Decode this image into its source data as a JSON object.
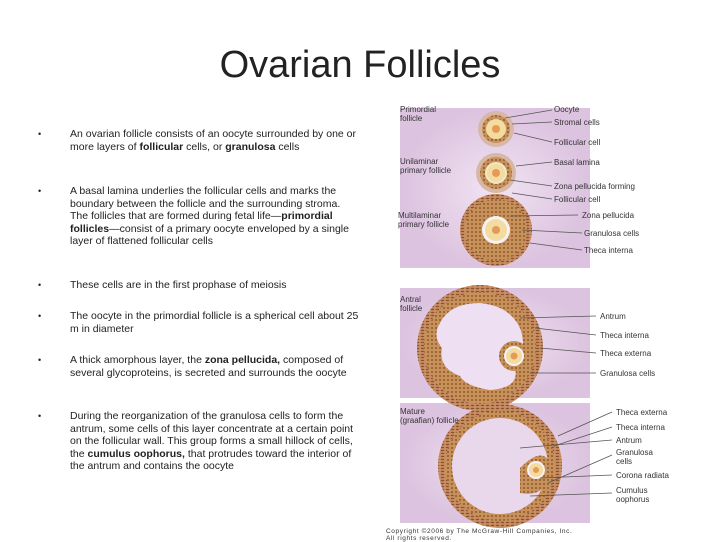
{
  "slide": {
    "title": "Ovarian Follicles",
    "bullets": [
      {
        "pre": "An ovarian follicle consists of an oocyte surrounded by one or more layers of ",
        "b1": "follicular",
        "mid": " cells, or ",
        "b2": "granulosa",
        "post": " cells"
      },
      {
        "pre": "A basal lamina underlies the follicular cells and marks the boundary between the follicle and the surrounding stroma. The follicles that are formed during fetal life—",
        "b1": "primordial follicles",
        "mid": "—consist of a primary oocyte enveloped by a single layer of flattened follicular cells",
        "b2": "",
        "post": ""
      },
      {
        "pre": "These cells are in the first prophase of meiosis",
        "b1": "",
        "mid": "",
        "b2": "",
        "post": ""
      },
      {
        "pre": " The oocyte in the primordial follicle is a spherical cell about 25 m in diameter",
        "b1": "",
        "mid": "",
        "b2": "",
        "post": ""
      },
      {
        "pre": "A thick amorphous layer, the ",
        "b1": "zona pellucida,",
        "mid": " composed of several glycoproteins, is secreted and surrounds the oocyte",
        "b2": "",
        "post": ""
      },
      {
        "pre": "During the reorganization of the granulosa cells to form the antrum, some cells of this layer concentrate at a certain point on the follicular wall. This group forms a small hillock of cells, the ",
        "b1": "cumulus oophorus,",
        "mid": " that protrudes toward the interior of the antrum and contains the oocyte",
        "b2": "",
        "post": ""
      }
    ],
    "bullet_marker": "•"
  },
  "figure": {
    "stage_labels": {
      "primordial": "Primordial follicle",
      "unilaminar": "Unilaminar primary follicle",
      "multilaminar": "Multilaminar primary follicle",
      "antral": "Antral follicle",
      "mature": "Mature (graafian) follicle"
    },
    "part_labels": {
      "oocyte": "Oocyte",
      "stromal": "Stromal cells",
      "follicular1": "Follicular cell",
      "basal": "Basal lamina",
      "zona_forming": "Zona pellucida forming",
      "follicular2": "Follicular cell",
      "zona": "Zona pellucida",
      "granulosa1": "Granulosa cells",
      "theca_int1": "Theca interna",
      "antrum1": "Antrum",
      "theca_int2": "Theca interna",
      "theca_ext1": "Theca externa",
      "granulosa2": "Granulosa cells",
      "theca_ext2": "Theca externa",
      "theca_int3": "Theca interna",
      "antrum2": "Antrum",
      "granulosa3": "Granulosa cells",
      "corona": "Corona radiata",
      "cumulus": "Cumulus oophorus"
    },
    "copyright_line1": "Copyright ©2006 by The McGraw-Hill Companies, Inc.",
    "copyright_line2": "All rights reserved.",
    "colors": {
      "background": "#ead9ec",
      "granulosa": "#c9915a",
      "theca": "#b8783e",
      "antrum": "#f0e0f2",
      "oocyte": "#f3dca0",
      "nucleus": "#e59a5a"
    }
  }
}
